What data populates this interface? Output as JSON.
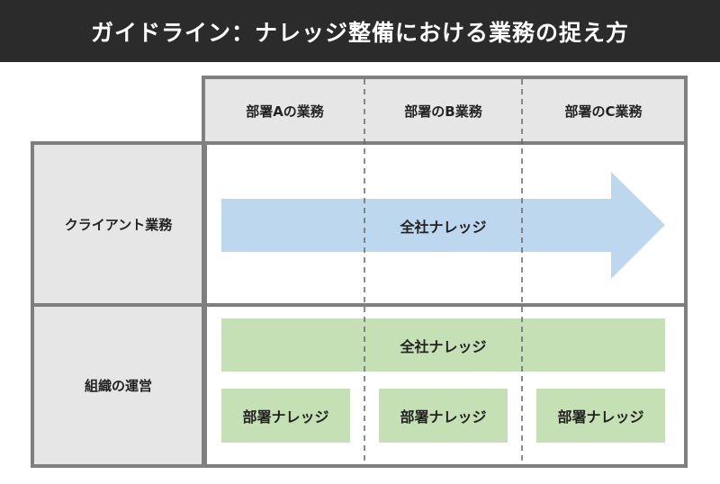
{
  "title": "ガイドライン：ナレッジ整備における業務の捉え方",
  "columns": [
    "部署Aの業務",
    "部署のB業務",
    "部署のC業務"
  ],
  "rows": [
    "クライアント業務",
    "組織の運営"
  ],
  "client_arrow_label": "全社ナレッジ",
  "org_company_bar_label": "全社ナレッジ",
  "dept_knowledge": [
    "部署ナレッジ",
    "部署ナレッジ",
    "部署ナレッジ"
  ],
  "colors": {
    "header_bg": "#2b2b2b",
    "header_fg": "#ffffff",
    "grid_gray": "#7f7f7f",
    "cell_gray": "#e6e6e6",
    "arrow_blue": "#bdd7ee",
    "bar_green": "#c5e0b4"
  }
}
